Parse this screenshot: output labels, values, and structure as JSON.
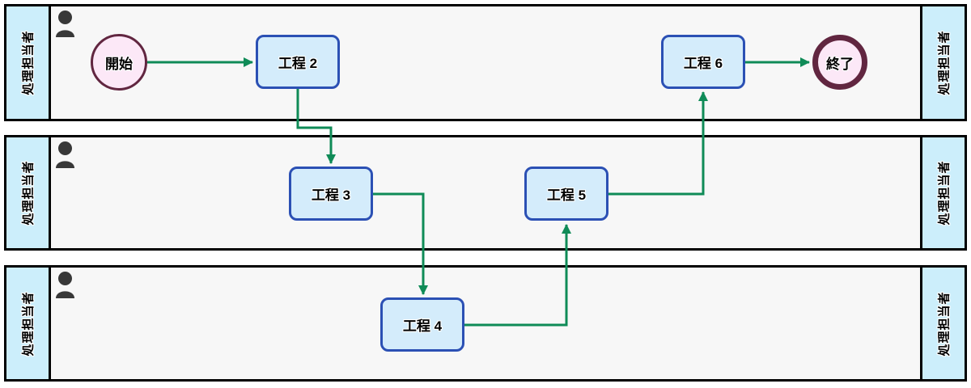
{
  "diagram": {
    "type": "swimlane-flowchart",
    "lanes": [
      {
        "label": "処理担当者"
      },
      {
        "label": "処理担当者"
      },
      {
        "label": "処理担当者"
      }
    ],
    "nodes": [
      {
        "id": "start",
        "type": "start-event",
        "label": "開始",
        "lane": 0
      },
      {
        "id": "step2",
        "type": "task",
        "label": "工程 2",
        "lane": 0
      },
      {
        "id": "step3",
        "type": "task",
        "label": "工程 3",
        "lane": 1
      },
      {
        "id": "step4",
        "type": "task",
        "label": "工程 4",
        "lane": 2
      },
      {
        "id": "step5",
        "type": "task",
        "label": "工程 5",
        "lane": 1
      },
      {
        "id": "step6",
        "type": "task",
        "label": "工程 6",
        "lane": 0
      },
      {
        "id": "end",
        "type": "end-event",
        "label": "終了",
        "lane": 0
      }
    ],
    "edges": [
      {
        "from": "start",
        "to": "step2"
      },
      {
        "from": "step2",
        "to": "step3"
      },
      {
        "from": "step3",
        "to": "step4"
      },
      {
        "from": "step4",
        "to": "step5"
      },
      {
        "from": "step5",
        "to": "step6"
      },
      {
        "from": "step6",
        "to": "end"
      }
    ],
    "colors": {
      "lane_header": "#cceefb",
      "lane_body": "#f7f7f7",
      "lane_border": "#000000",
      "task_fill": "#d4ecfb",
      "task_border": "#2b50b4",
      "event_fill": "#fce8f7",
      "event_border": "#612640",
      "connector": "#0f8b57",
      "person_icon": "#383838"
    }
  }
}
